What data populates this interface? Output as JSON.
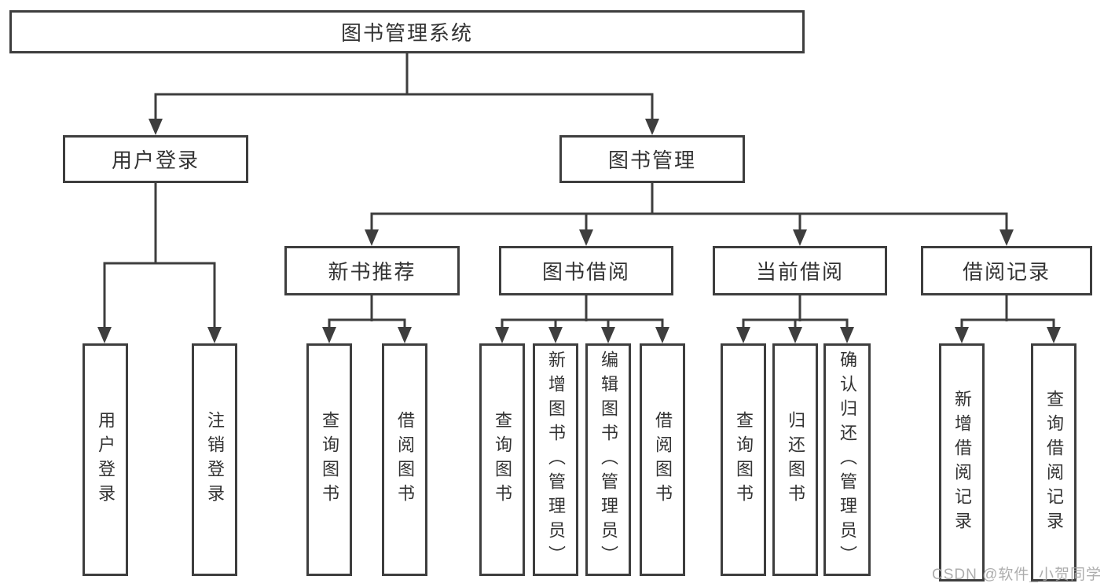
{
  "diagram": {
    "title": "图书管理系统",
    "nodes": [
      {
        "id": "root",
        "label": "图书管理系统",
        "level": 1
      },
      {
        "id": "user-login",
        "label": "用户登录",
        "level": 2
      },
      {
        "id": "book-mgmt",
        "label": "图书管理",
        "level": 2
      },
      {
        "id": "new-book-recommend",
        "label": "新书推荐",
        "level": 3
      },
      {
        "id": "book-borrow",
        "label": "图书借阅",
        "level": 3
      },
      {
        "id": "current-borrow",
        "label": "当前借阅",
        "level": 3
      },
      {
        "id": "borrow-records",
        "label": "借阅记录",
        "level": 3
      },
      {
        "id": "leaf-user-login",
        "label": "用户登录",
        "level": 4
      },
      {
        "id": "leaf-logout",
        "label": "注销登录",
        "level": 4
      },
      {
        "id": "leaf-query-book-1",
        "label": "查询图书",
        "level": 4
      },
      {
        "id": "leaf-borrow-book-1",
        "label": "借阅图书",
        "level": 4
      },
      {
        "id": "leaf-query-book-2",
        "label": "查询图书",
        "level": 4
      },
      {
        "id": "leaf-add-book",
        "label": "新增图书（管理员）",
        "level": 4
      },
      {
        "id": "leaf-edit-book",
        "label": "编辑图书（管理员）",
        "level": 4
      },
      {
        "id": "leaf-borrow-book-2",
        "label": "借阅图书",
        "level": 4
      },
      {
        "id": "leaf-query-book-3",
        "label": "查询图书",
        "level": 4
      },
      {
        "id": "leaf-return-book",
        "label": "归还图书",
        "level": 4
      },
      {
        "id": "leaf-confirm-return",
        "label": "确认归还（管理员）",
        "level": 4
      },
      {
        "id": "leaf-add-borrow-record",
        "label": "新增借阅记录",
        "level": 4
      },
      {
        "id": "leaf-query-borrow-record",
        "label": "查询借阅记录",
        "level": 4
      }
    ],
    "edges": [
      {
        "parent": "root",
        "children": [
          "user-login",
          "book-mgmt"
        ]
      },
      {
        "parent": "user-login",
        "children": [
          "leaf-user-login",
          "leaf-logout"
        ]
      },
      {
        "parent": "book-mgmt",
        "children": [
          "new-book-recommend",
          "book-borrow",
          "current-borrow",
          "borrow-records"
        ]
      },
      {
        "parent": "new-book-recommend",
        "children": [
          "leaf-query-book-1",
          "leaf-borrow-book-1"
        ]
      },
      {
        "parent": "book-borrow",
        "children": [
          "leaf-query-book-2",
          "leaf-add-book",
          "leaf-edit-book",
          "leaf-borrow-book-2"
        ]
      },
      {
        "parent": "current-borrow",
        "children": [
          "leaf-query-book-3",
          "leaf-return-book",
          "leaf-confirm-return"
        ]
      },
      {
        "parent": "borrow-records",
        "children": [
          "leaf-add-borrow-record",
          "leaf-query-borrow-record"
        ]
      }
    ],
    "colors": {
      "line": "#3e3e3e",
      "text": "#333333",
      "background": "#ffffff",
      "watermark": "#a5a5a5"
    }
  },
  "watermark": {
    "text": "CSDN @软件_小贺同学"
  }
}
